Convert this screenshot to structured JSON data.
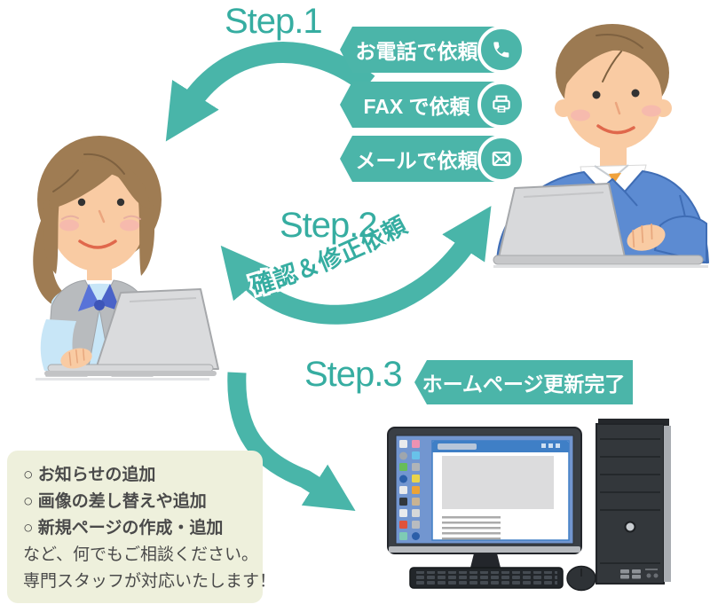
{
  "page": {
    "background": "#FFFFFF",
    "accent_color": "#49B5A9",
    "accent_text_color": "#36ADA1",
    "infobox_bg_color": "#EEF0DC",
    "infobox_text_color": "#4A4A4A"
  },
  "step1": {
    "label": "Step.1",
    "banners": [
      {
        "label": "お電話で依頼",
        "icon": "phone-icon"
      },
      {
        "label": "FAX で依頼",
        "icon": "fax-icon"
      },
      {
        "label": "メールで依頼",
        "icon": "mail-icon"
      }
    ]
  },
  "step2": {
    "label": "Step.2",
    "arc_label": "確認＆修正依頼"
  },
  "step3": {
    "label": "Step.3",
    "banner_label": "ホームページ更新完了"
  },
  "info_box": {
    "items": [
      "○ お知らせの追加",
      "○ 画像の差し替えや追加",
      "○ 新規ページの作成・追加"
    ],
    "notes": [
      "など、何でもご相談ください。",
      "専門スタッフが対応いたします！"
    ]
  },
  "illustrations": {
    "left_person": "woman-at-laptop",
    "right_person": "man-at-laptop",
    "bottom_device": "desktop-computer"
  }
}
